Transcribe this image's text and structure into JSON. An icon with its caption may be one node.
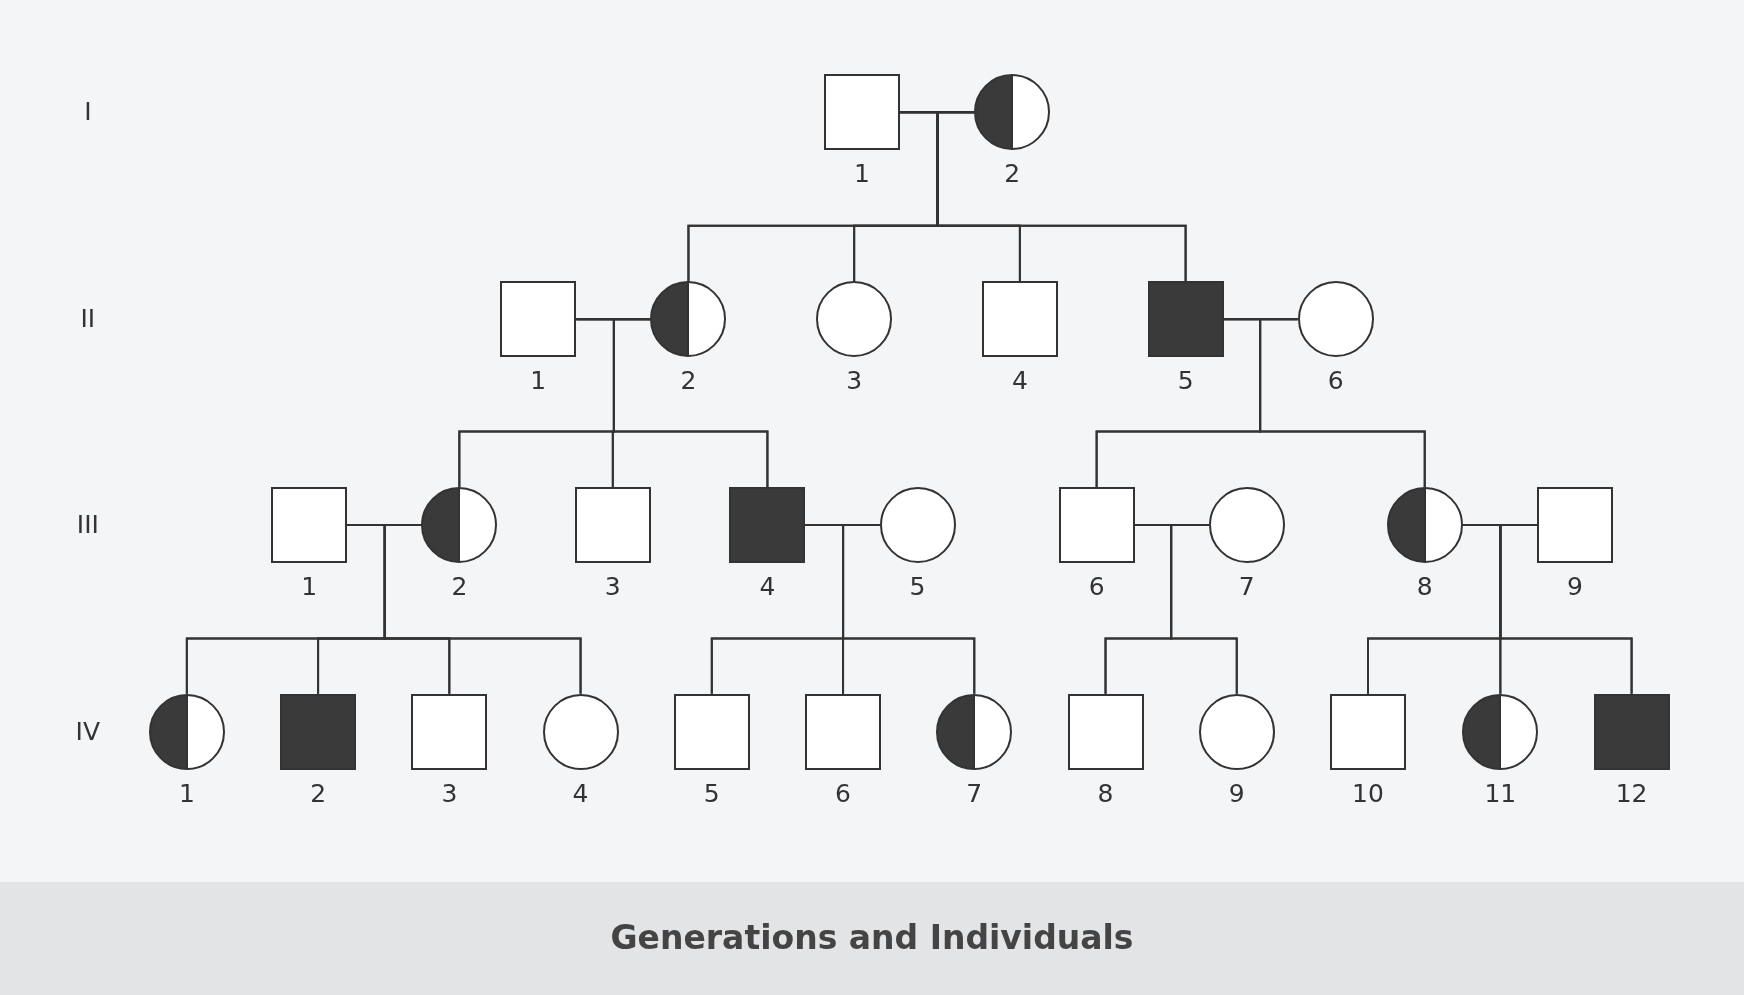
{
  "diagram": {
    "caption": "Generations and Individuals",
    "nodes": [
      {
        "text": [],
        "shape": "square",
        "beside": [
          "1"
        ]
      },
      {
        "text": [],
        "shape": "half-filled-circle",
        "beside": [
          "2"
        ]
      },
      {
        "text": [],
        "shape": "square",
        "beside": [
          "1"
        ]
      },
      {
        "text": [],
        "shape": "half-filled-circle",
        "beside": [
          "2"
        ]
      },
      {
        "text": [],
        "shape": "circle",
        "beside": [
          "3"
        ]
      },
      {
        "text": [],
        "shape": "square",
        "beside": [
          "4"
        ]
      },
      {
        "text": [],
        "shape": "filled-square",
        "beside": [
          "5"
        ]
      },
      {
        "text": [],
        "shape": "circle",
        "beside": [
          "6"
        ]
      },
      {
        "text": [],
        "shape": "square",
        "beside": [
          "1"
        ]
      },
      {
        "text": [],
        "shape": "half-filled-circle",
        "beside": [
          "2"
        ]
      },
      {
        "text": [],
        "shape": "square",
        "beside": [
          "3"
        ]
      },
      {
        "text": [],
        "shape": "filled-square",
        "beside": [
          "4"
        ]
      },
      {
        "text": [],
        "shape": "circle",
        "beside": [
          "5"
        ]
      },
      {
        "text": [],
        "shape": "square",
        "beside": [
          "6"
        ]
      },
      {
        "text": [],
        "shape": "circle",
        "beside": [
          "7"
        ]
      },
      {
        "text": [],
        "shape": "half-filled-circle",
        "beside": [
          "8"
        ]
      },
      {
        "text": [],
        "shape": "square",
        "beside": [
          "9"
        ]
      },
      {
        "text": [],
        "shape": "half-filled-circle",
        "beside": [
          "1"
        ]
      },
      {
        "text": [],
        "shape": "filled-square",
        "beside": [
          "2"
        ]
      },
      {
        "text": [],
        "shape": "square",
        "beside": [
          "3"
        ]
      },
      {
        "text": [],
        "shape": "circle",
        "beside": [
          "4"
        ]
      },
      {
        "text": [],
        "shape": "square",
        "beside": [
          "5"
        ]
      },
      {
        "text": [],
        "shape": "square",
        "beside": [
          "6"
        ]
      },
      {
        "text": [],
        "shape": "half-filled-circle",
        "beside": [
          "7"
        ]
      },
      {
        "text": [],
        "shape": "square",
        "beside": [
          "8"
        ]
      },
      {
        "text": [],
        "shape": "circle",
        "beside": [
          "9"
        ]
      },
      {
        "text": [],
        "shape": "square",
        "beside": [
          "10"
        ]
      },
      {
        "text": [],
        "shape": "half-filled-circle",
        "beside": [
          "11"
        ]
      },
      {
        "text": [],
        "shape": "filled-square",
        "beside": [
          "12"
        ]
      }
    ],
    "edges": [
      {
        "from": 0,
        "to": 1,
        "arrow": "none"
      },
      {
        "from": 0,
        "to": 3,
        "arrow": "none"
      },
      {
        "from": 0,
        "to": 4,
        "arrow": "none"
      },
      {
        "from": 0,
        "to": 5,
        "arrow": "none"
      },
      {
        "from": 0,
        "to": 6,
        "arrow": "none"
      },
      {
        "from": 1,
        "to": 3,
        "arrow": "none"
      },
      {
        "from": 1,
        "to": 4,
        "arrow": "none"
      },
      {
        "from": 1,
        "to": 5,
        "arrow": "none"
      },
      {
        "from": 1,
        "to": 6,
        "arrow": "none"
      },
      {
        "from": 2,
        "to": 3,
        "arrow": "none"
      },
      {
        "from": 2,
        "to": 9,
        "arrow": "none"
      },
      {
        "from": 2,
        "to": 10,
        "arrow": "none"
      },
      {
        "from": 2,
        "to": 11,
        "arrow": "none"
      },
      {
        "from": 3,
        "to": 9,
        "arrow": "none"
      },
      {
        "from": 3,
        "to": 10,
        "arrow": "none"
      },
      {
        "from": 3,
        "to": 11,
        "arrow": "none"
      },
      {
        "from": 6,
        "to": 7,
        "arrow": "none"
      },
      {
        "from": 6,
        "to": 13,
        "arrow": "none"
      },
      {
        "from": 6,
        "to": 15,
        "arrow": "none"
      },
      {
        "from": 7,
        "to": 13,
        "arrow": "none"
      },
      {
        "from": 7,
        "to": 15,
        "arrow": "none"
      },
      {
        "from": 8,
        "to": 9,
        "arrow": "none"
      },
      {
        "from": 8,
        "to": 17,
        "arrow": "none"
      },
      {
        "from": 8,
        "to": 18,
        "arrow": "none"
      },
      {
        "from": 8,
        "to": 19,
        "arrow": "none"
      },
      {
        "from": 8,
        "to": 20,
        "arrow": "none"
      },
      {
        "from": 9,
        "to": 17,
        "arrow": "none"
      },
      {
        "from": 9,
        "to": 18,
        "arrow": "none"
      },
      {
        "from": 9,
        "to": 19,
        "arrow": "none"
      },
      {
        "from": 9,
        "to": 20,
        "arrow": "none"
      },
      {
        "from": 11,
        "to": 12,
        "arrow": "none"
      },
      {
        "from": 11,
        "to": 21,
        "arrow": "none"
      },
      {
        "from": 11,
        "to": 22,
        "arrow": "none"
      },
      {
        "from": 11,
        "to": 23,
        "arrow": "none"
      },
      {
        "from": 12,
        "to": 21,
        "arrow": "none"
      },
      {
        "from": 12,
        "to": 22,
        "arrow": "none"
      },
      {
        "from": 12,
        "to": 23,
        "arrow": "none"
      },
      {
        "from": 13,
        "to": 14,
        "arrow": "none"
      },
      {
        "from": 13,
        "to": 24,
        "arrow": "none"
      },
      {
        "from": 13,
        "to": 25,
        "arrow": "none"
      },
      {
        "from": 14,
        "to": 24,
        "arrow": "none"
      },
      {
        "from": 14,
        "to": 25,
        "arrow": "none"
      },
      {
        "from": 15,
        "to": 16,
        "arrow": "none"
      },
      {
        "from": 15,
        "to": 26,
        "arrow": "none"
      },
      {
        "from": 15,
        "to": 27,
        "arrow": "none"
      },
      {
        "from": 15,
        "to": 28,
        "arrow": "none"
      },
      {
        "from": 16,
        "to": 26,
        "arrow": "none"
      },
      {
        "from": 16,
        "to": 27,
        "arrow": "none"
      },
      {
        "from": 16,
        "to": 28,
        "arrow": "none"
      }
    ],
    "labels": [
      "I",
      "II",
      "III",
      "IV"
    ]
  }
}
